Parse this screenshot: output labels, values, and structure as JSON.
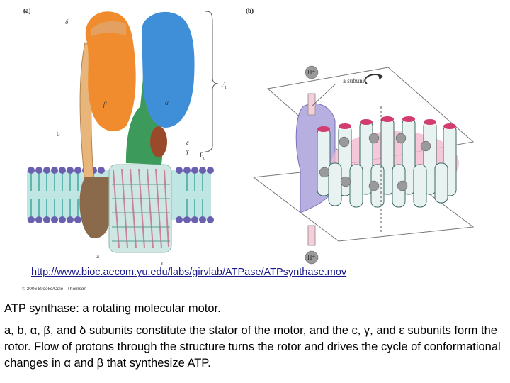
{
  "figure": {
    "panel_a": "(a)",
    "panel_b": "(b)",
    "labels_a": {
      "delta": "δ",
      "beta": "β",
      "alpha": "α",
      "b": "b",
      "epsilon": "ε",
      "gamma": "γ",
      "F1": "F",
      "F1_sub": "1",
      "F0": "F",
      "F0_sub": "0",
      "a": "a",
      "c": "c"
    },
    "labels_b": {
      "a_subunit": "a subunit",
      "h_plus": "H⁺"
    },
    "link": "http://www.bioc.aecom.yu.edu/labs/girvlab/ATPase/ATPsynthase.mov",
    "copyright": "© 2006 Brooks/Cole - Thomson"
  },
  "caption": {
    "title": "ATP synthase: a rotating molecular motor.",
    "body": "a, b, α, β, and δ subunits constitute the stator of the motor, and the c, γ, and ε subunits form the rotor. Flow of protons through the structure turns the rotor and drives the cycle of conformational changes in α and β that synthesize ATP."
  },
  "colors": {
    "beta_orange": "#f08c2e",
    "alpha_blue": "#3f8fd8",
    "gamma_green": "#3c9a5a",
    "stator_tan": "#e8b57a",
    "a_subunit_brown": "#8a6a4a",
    "membrane_teal": "#5fb7b0",
    "lipid_head": "#6b5fb0",
    "ring_pink": "#e58ab0"
  }
}
